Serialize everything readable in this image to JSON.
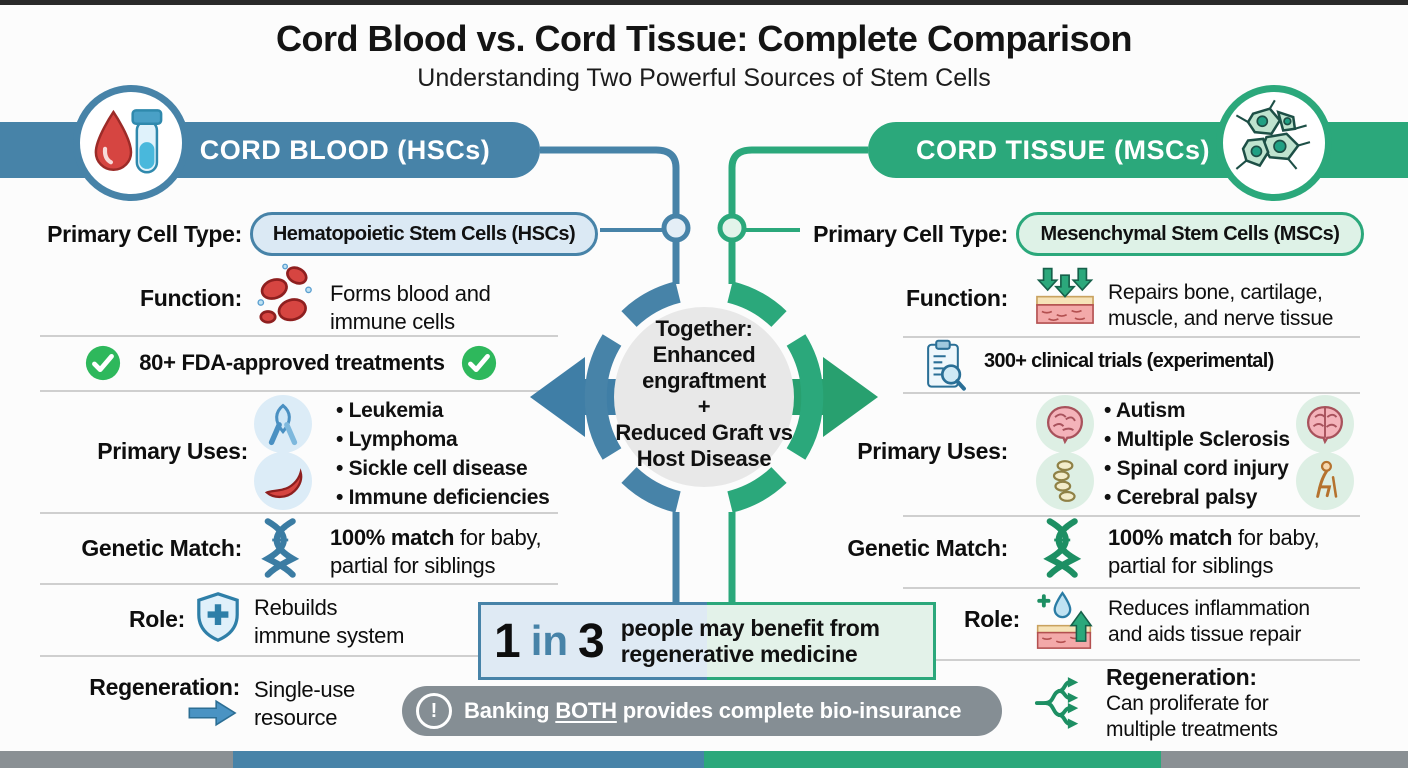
{
  "header": {
    "title": "Cord Blood vs. Cord Tissue: Complete Comparison",
    "subtitle": "Understanding Two Powerful Sources of Stem Cells"
  },
  "cord_blood": {
    "banner": "CORD BLOOD (HSCs)",
    "cell_type_label": "Primary Cell Type:",
    "cell_type_value": "Hematopoietic Stem Cells (HSCs)",
    "function_label": "Function:",
    "function_value": "Forms blood and\nimmune cells",
    "approval": "80+ FDA-approved treatments",
    "uses_label": "Primary Uses:",
    "uses": [
      "Leukemia",
      "Lymphoma",
      "Sickle cell disease",
      "Immune deficiencies"
    ],
    "genetic_label": "Genetic Match:",
    "genetic_bold": "100% match",
    "genetic_rest": " for baby,\npartial for siblings",
    "role_label": "Role:",
    "role_value": "Rebuilds\nimmune system",
    "regen_label": "Regeneration:",
    "regen_value": "Single-use\nresource"
  },
  "cord_tissue": {
    "banner": "CORD TISSUE (MSCs)",
    "cell_type_label": "Primary Cell Type:",
    "cell_type_value": "Mesenchymal Stem Cells (MSCs)",
    "function_label": "Function:",
    "function_value": "Repairs bone, cartilage,\nmuscle, and nerve tissue",
    "approval": "300+ clinical trials (experimental)",
    "uses_label": "Primary Uses:",
    "uses": [
      "Autism",
      "Multiple Sclerosis",
      "Spinal cord injury",
      "Cerebral palsy"
    ],
    "genetic_label": "Genetic Match:",
    "genetic_bold": "100% match",
    "genetic_rest": " for baby,\npartial for siblings",
    "role_label": "Role:",
    "role_value": "Reduces inflammation\nand aids tissue repair",
    "regen_label": "Regeneration:",
    "regen_value": "Can proliferate for\nmultiple treatments"
  },
  "center": {
    "lines": [
      "Together:",
      "Enhanced",
      "engraftment",
      "+",
      "Reduced Graft vs",
      "Host Disease"
    ]
  },
  "stat": {
    "one": "1",
    "in": "in",
    "three": "3",
    "text": "people may benefit from\nregenerative medicine"
  },
  "footer": {
    "pre": "Banking ",
    "both": "BOTH",
    "post": " provides complete bio-insurance",
    "icon": "exclamation-icon"
  },
  "colors": {
    "blue": "#4783A8",
    "green": "#2BA87B",
    "check_green": "#2EB85C",
    "gray_banner": "#858E94"
  },
  "icons": {
    "blood-drop-testtube-icon": "red drop + blue test tube",
    "mesenchymal-cells-icon": "green star-shaped cells",
    "red-blood-cells-icon": "cluster of red cells",
    "tissue-repair-down-icon": "arrows into tissue layer",
    "check-circle-icon": "green circle white check",
    "clinical-trials-icon": "clipboard with magnifier",
    "awareness-ribbon-icon": "blue ribbon",
    "sickle-cell-icon": "red crescent cell",
    "brain-icon": "pink brain",
    "spine-icon": "stacked vertebrae",
    "person-cane-icon": "seated figure with cane",
    "dna-icon": "double helix",
    "shield-cross-icon": "shield with medical cross",
    "inflammation-repair-icon": "plus, drop and up arrow on tissue",
    "single-use-arrow-icon": "straight right arrow",
    "proliferate-branch-icon": "branching arrows",
    "exclamation-icon": "! in circle"
  }
}
